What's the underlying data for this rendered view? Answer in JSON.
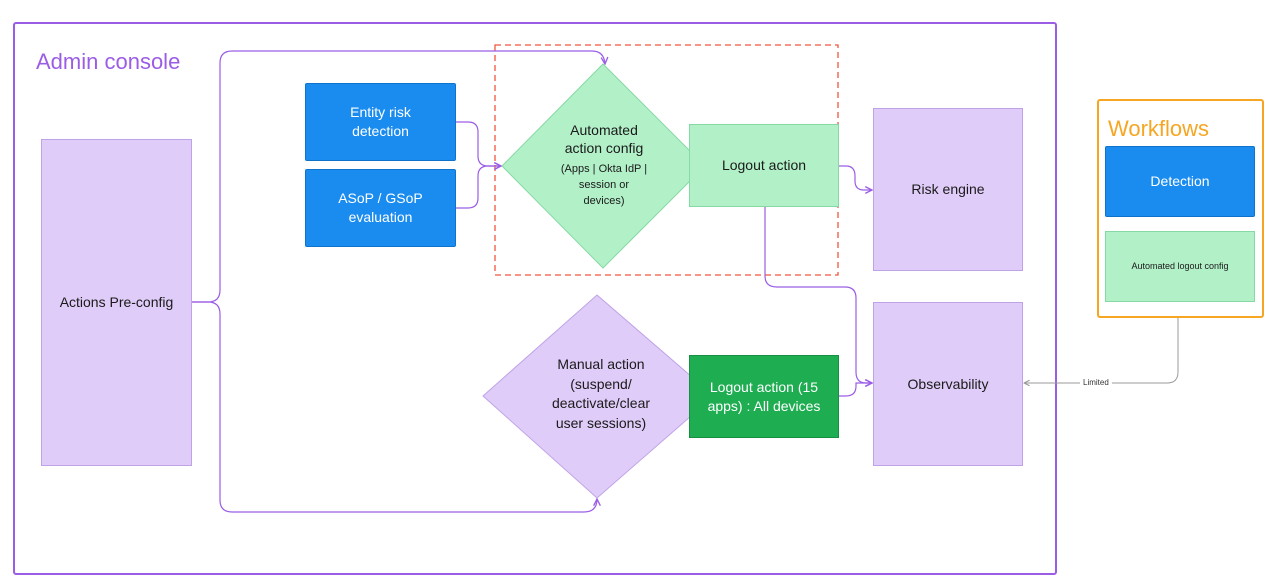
{
  "admin_console": {
    "title": "Admin console"
  },
  "workflows": {
    "title": "Workflows"
  },
  "nodes": {
    "actions_preconfig": "Actions Pre-config",
    "entity_risk_line1": "Entity risk",
    "entity_risk_line2": "detection",
    "asop_line1": "ASoP / GSoP",
    "asop_line2": "evaluation",
    "automated_config_line1": "Automated",
    "automated_config_line2": "action config",
    "automated_config_sub1": "(Apps | Okta IdP |",
    "automated_config_sub2": "session or",
    "automated_config_sub3": "devices)",
    "logout_action": "Logout action",
    "risk_engine": "Risk engine",
    "observability": "Observability",
    "manual_line1": "Manual action",
    "manual_line2": "(suspend/",
    "manual_line3": "deactivate/clear",
    "manual_line4": "user sessions)",
    "logout_all_line1": "Logout action (15",
    "logout_all_line2": "apps) : All devices"
  },
  "legend": {
    "detection": "Detection",
    "automated_logout_config": "Automated logout config"
  },
  "edges": {
    "limited_label": "Limited"
  },
  "colors": {
    "purple": "#9b5de5",
    "orange": "#f6a623",
    "blue": "#1a8cf0",
    "lavender": "#e0ccf8",
    "mint": "#b2f0c8",
    "green": "#1fad52",
    "dashed_red": "#f2553d",
    "gray_line": "#999999"
  }
}
